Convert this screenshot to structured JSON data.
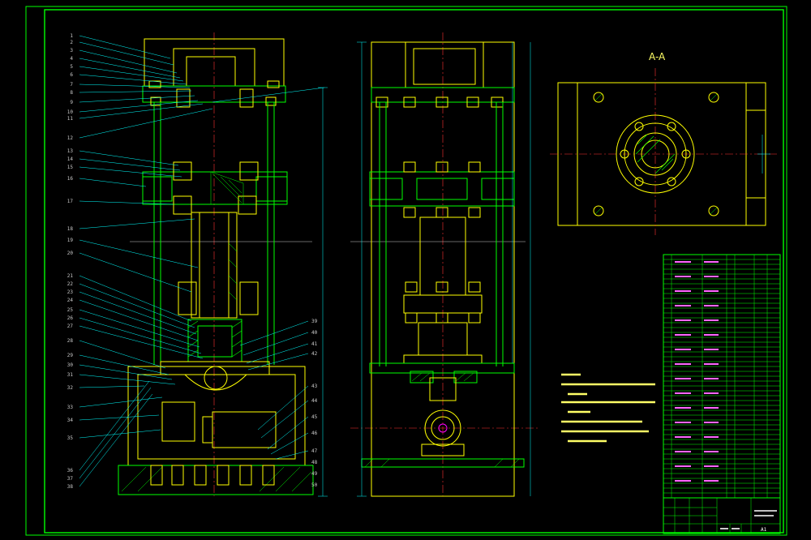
{
  "section_label": "A-A",
  "title_block": {
    "scale_cell": "A1"
  },
  "balloons": [
    "1",
    "2",
    "3",
    "4",
    "5",
    "6",
    "7",
    "8",
    "9",
    "10",
    "11",
    "12",
    "13",
    "14",
    "15",
    "16",
    "17",
    "18",
    "19",
    "20",
    "21",
    "22",
    "23",
    "24",
    "25",
    "26",
    "27",
    "28",
    "29",
    "30",
    "31",
    "32",
    "33",
    "34",
    "35",
    "36",
    "37",
    "38",
    "39",
    "40",
    "41",
    "42",
    "43",
    "44",
    "45",
    "46",
    "47",
    "48",
    "49",
    "50"
  ],
  "colors": {
    "frame": "#00ff00",
    "outline": "#ffff00",
    "section": "#00ffff",
    "hatch": "#00ff00",
    "accent": "#ff00ff",
    "text": "#ffff66",
    "background": "#000000"
  }
}
